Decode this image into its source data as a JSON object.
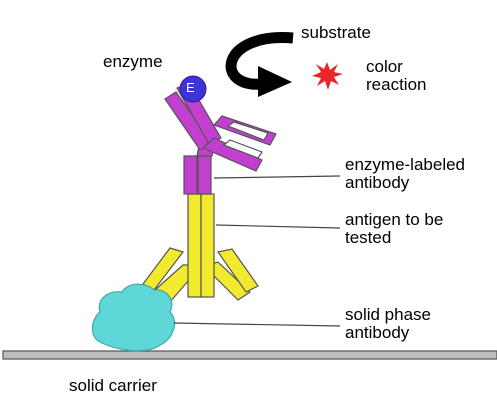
{
  "labels": {
    "substrate": "substrate",
    "enzyme": "enzyme",
    "enzyme_symbol": "E",
    "color_reaction_line1": "color",
    "color_reaction_line2": "reaction",
    "enzyme_labeled_line1": "enzyme-labeled",
    "enzyme_labeled_line2": "antibody",
    "antigen_line1": "antigen to be",
    "antigen_line2": "tested",
    "solid_phase_line1": "solid phase",
    "solid_phase_line2": "antibody",
    "solid_carrier": "solid carrier"
  },
  "colors": {
    "enzyme": "#3d34d6",
    "enzyme_labeled_antibody": "#c23fd0",
    "antigen": "#f1ea2f",
    "solid_phase_antibody": "#f1ea2f",
    "cell": "#5fd6d8",
    "color_reaction": "#e8262b",
    "carrier": "#b8b8b8",
    "arrow": "#000000"
  }
}
